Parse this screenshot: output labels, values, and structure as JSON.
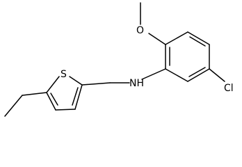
{
  "diagram": {
    "type": "chemical-structure",
    "atoms": {
      "sulfur": "S",
      "amine": "NH",
      "oxygen": "O",
      "chlorine": "Cl"
    }
  }
}
